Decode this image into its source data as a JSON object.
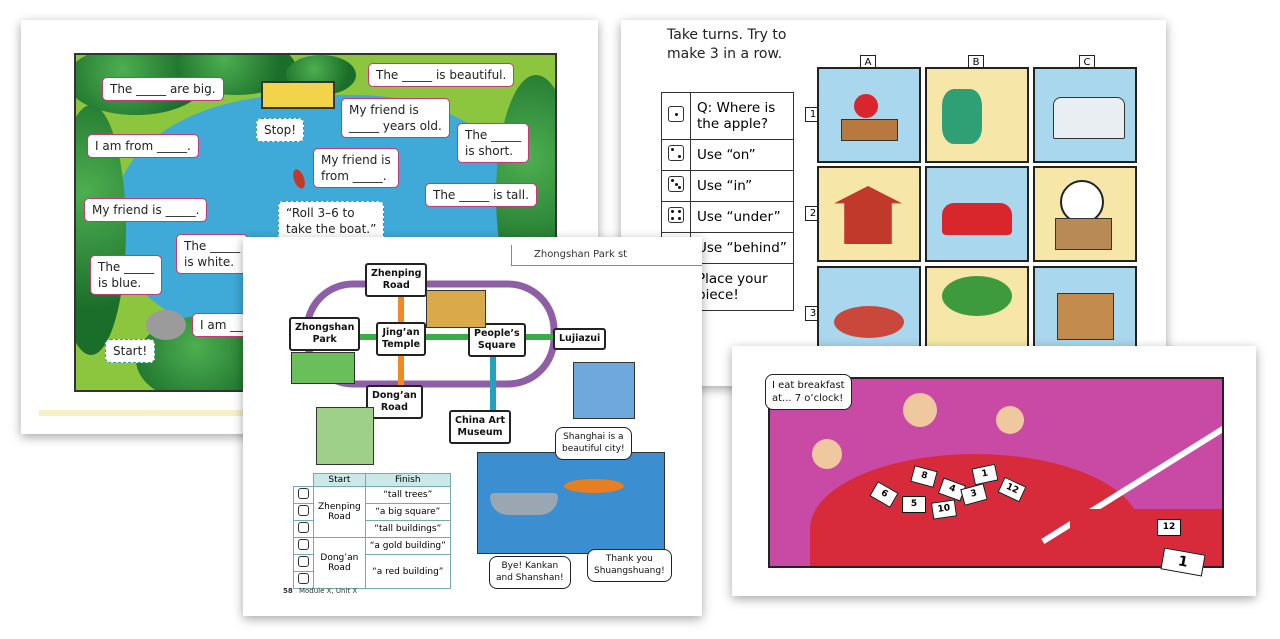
{
  "page1": {
    "bubbles": [
      "The _____ are big.",
      "The _____ is beautiful.",
      "Stop!",
      "My friend is\n_____ years old.",
      "The _____\nis short.",
      "I am from _____.",
      "My friend is\nfrom _____.",
      "The _____ is tall.",
      "My friend is _____.",
      "“Roll 3–6 to\ntake the boat.”",
      "The _____\nis white.",
      "The _____\nis blue.",
      "I am ___",
      "Start!"
    ]
  },
  "page2": {
    "header_note": "Zhongshan Park st",
    "nodes": [
      "Zhenping\nRoad",
      "Zhongshan\nPark",
      "Jing’an\nTemple",
      "People’s\nSquare",
      "Lujiazui",
      "Dong’an\nRoad",
      "China Art\nMuseum"
    ],
    "bubbles": [
      "Shanghai is a\nbeautiful city!",
      "Bye! Kankan\nand Shanshan!",
      "Thank you\nShuangshuang!"
    ],
    "table": {
      "headers": [
        "Start",
        "Finish"
      ],
      "starts": [
        "Zhenping\nRoad",
        "Dong’an\nRoad"
      ],
      "finishes": [
        "“tall trees”",
        "“a big square”",
        "“tall buildings”",
        "“a gold building”",
        "“a red building”"
      ]
    },
    "footer": {
      "page_num": "58",
      "module": "Module X, Unit X"
    }
  },
  "page3": {
    "instructions": "Take turns. Try to\nmake 3 in a row.",
    "rows": [
      "Q: Where is\nthe apple?",
      "Use “on”",
      "Use “in”",
      "Use “under”",
      "Use “behind”",
      "Place your\npiece!"
    ],
    "columns": [
      "A",
      "B",
      "C"
    ],
    "row_numbers": [
      "1",
      "2",
      "3"
    ]
  },
  "page4": {
    "speech": "I eat breakfast\nat... 7 o’clock!",
    "cards": [
      "8",
      "4",
      "1",
      "12",
      "6",
      "5",
      "10",
      "3",
      "12",
      "1"
    ]
  }
}
